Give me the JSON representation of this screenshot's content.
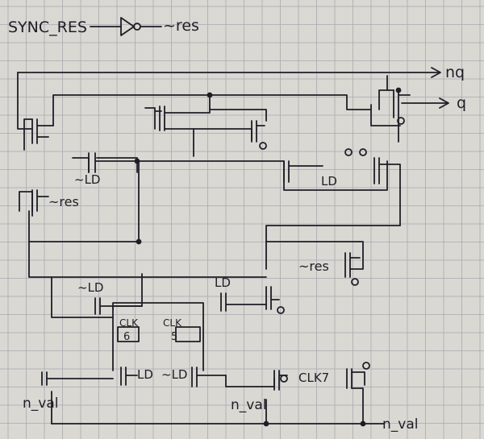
{
  "labels": {
    "sync_res": "SYNC_RES",
    "nres_out": "~res",
    "nq": "nq",
    "q": "q",
    "nld_left": "~LD",
    "nres_left": "~res",
    "ld_right": "LD",
    "nres_right": "~res",
    "nld_mid": "~LD",
    "ld_mid": "LD",
    "clk6_top": "CLK",
    "clk6_num": "6",
    "clk5_top": "CLK",
    "clk5_num": "5",
    "ld_bottom": "LD",
    "nld_bottom": "~LD",
    "clk7": "CLK7",
    "n_val_left": "n_val",
    "n_val_mid": "n_val",
    "n_val_right": "n_val"
  },
  "colors": {
    "paper": "#d9d8d3",
    "grid": "#a9aab0",
    "ink": "#1e1e26"
  }
}
